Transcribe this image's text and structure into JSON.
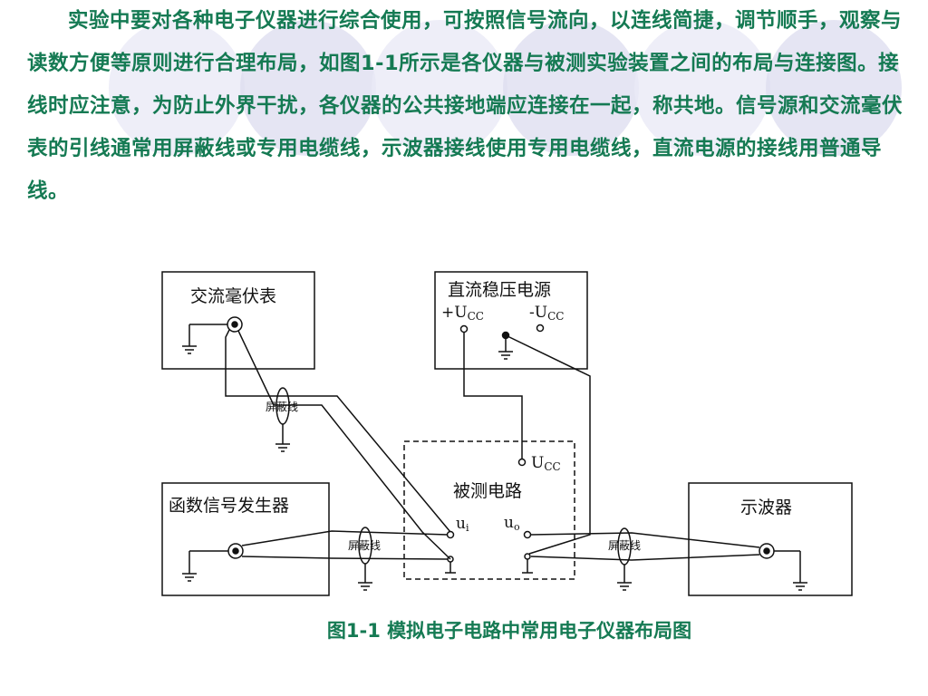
{
  "paragraph": {
    "text": "实验中要对各种电子仪器进行综合使用，可按照信号流向，以连线简捷，调节顺手，观察与读数方便等原则进行合理布局，如图1-1所示是各仪器与被测实验装置之间的布局与连接图。接线时应注意，为防止外界干扰，各仪器的公共接地端应连接在一起，称共地。信号源和交流毫伏表的引线通常用屏蔽线或专用电缆线，示波器接线使用专用电缆线，直流电源的接线用普通导线。"
  },
  "diagram": {
    "ac_millivoltmeter": "交流毫伏表",
    "dc_power_supply": "直流稳压电源",
    "plus_ucc": "+U",
    "minus_ucc": "-U",
    "cc_subscript": "CC",
    "circuit_under_test": "被测电路",
    "ucc_terminal": "U",
    "function_generator": "函数信号发生器",
    "oscilloscope": "示波器",
    "input_u": "u",
    "input_sub": "i",
    "output_u": "u",
    "output_sub": "o",
    "shielded_wire": "屏蔽线"
  },
  "caption": "图1-1 模拟电子电路中常用电子仪器布局图",
  "colors": {
    "text_green": "#157a53",
    "circle_fill": "#dcdcef",
    "line": "#111111"
  }
}
